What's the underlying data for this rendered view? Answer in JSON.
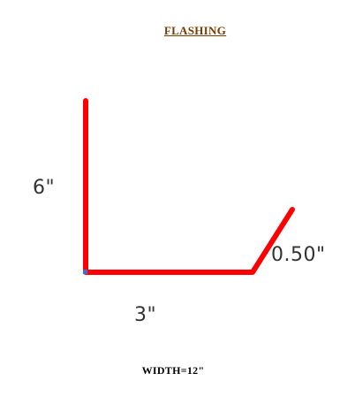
{
  "diagram": {
    "title": "FLASHING",
    "segments": [
      {
        "name": "vertical-leg",
        "label": "6\""
      },
      {
        "name": "bottom-leg",
        "label": "3\""
      },
      {
        "name": "angled-hem",
        "label": "0.50\""
      }
    ],
    "footer": "WIDTH=12\"",
    "colors": {
      "stroke": "#ff0000",
      "title": "#7a3b00",
      "label": "#333333",
      "corner_marker": "#3b6fd6"
    }
  }
}
